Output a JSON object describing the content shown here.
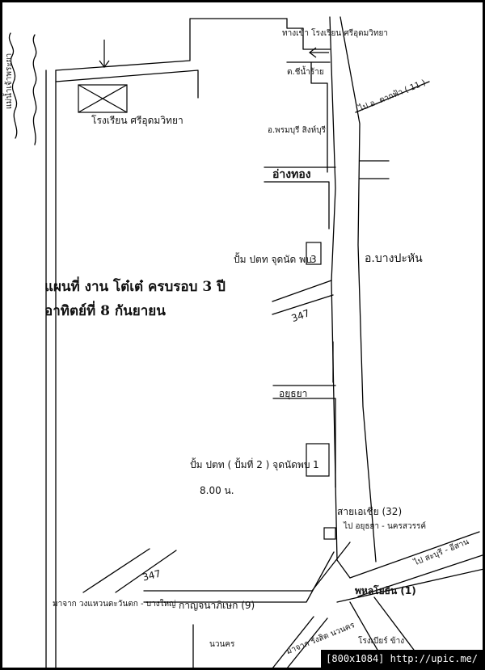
{
  "map": {
    "title_line1": "แผนที่ งาน โต๋เต๋ ครบรอบ 3 ปี",
    "title_line2": "อาทิตย์ที่ 8 กันยายน",
    "labels": {
      "school_entrance": "ทางเข้า โรงเรียน ศรีอุดมวิทยา",
      "chao_phraya_river": "แม่น้ำเจ้าพระยา",
      "school_name": "โรงเรียน ศรีอุดมวิทยา",
      "chinam_rai": "ต.ชีน้ำร้าย",
      "to_ak_takfa": "ไป อ. ตากฟ้า ( 11 )",
      "phrom_buri": "อ.พรมบุรี สิงห์บุรี",
      "ang_thong": "อ่างทอง",
      "bang_pahan": "อ.บางปะหัน",
      "meeting_point_3": "ปั้ม ปตท จุดนัด พบ",
      "meeting_point_3_num": "3",
      "route_347_upper": "347",
      "ayutthaya": "อยุธยา",
      "meeting_point_1": "ปั้ม ปตท ( ปั้มที่ 2 ) จุดนัดพบ",
      "meeting_point_1_num": "1",
      "meeting_time": "8.00 น.",
      "asia_road": "สายเอเชีย (32)",
      "to_ayutthaya_nakhonsawan": "ไป อยุธยา - นครสวรรค์",
      "to_saraburi_isan": "ไป สะบุรี - อีสาน",
      "route_347_lower": "347",
      "from_wongwaen": "มาจาก วงแหวนตะวันตก - บางใหญ่",
      "kanchanaphisek": "กาญจนาภิเษก (9)",
      "phahonyothin": "พหลโยธิน (1)",
      "navanakorn": "นวนคร",
      "from_rangsit": "มาจาก รังสิต นวนคร",
      "beer_factory": "โรงเบียร์ ข้าง"
    },
    "icons": [
      "down-arrow-icon",
      "left-arrow-icon",
      "school-building-icon",
      "gas-station-icon"
    ],
    "colors": {
      "line": "#000000",
      "background": "#ffffff",
      "text": "#111111"
    }
  },
  "footer": {
    "watermark": "[800x1084] http://upic.me/"
  }
}
